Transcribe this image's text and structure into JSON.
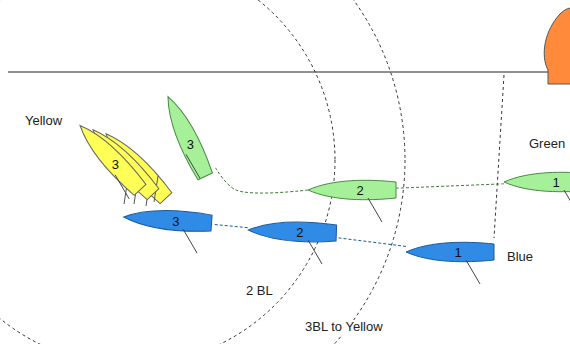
{
  "diagram": {
    "nodes": [
      {
        "text": [
          "3"
        ]
      },
      {
        "text": [
          "3"
        ]
      },
      {
        "text": [
          "2"
        ]
      },
      {
        "text": [
          "1"
        ]
      },
      {
        "text": [
          "3"
        ]
      },
      {
        "text": [
          "2"
        ]
      },
      {
        "text": [
          "1"
        ]
      }
    ],
    "edges": [
      {
        "from": 3,
        "to": 2,
        "arrow": "none"
      },
      {
        "from": 2,
        "to": 1,
        "arrow": "none"
      },
      {
        "from": 6,
        "to": 5,
        "arrow": "none"
      },
      {
        "from": 5,
        "to": 4,
        "arrow": "none"
      }
    ],
    "labels": [
      "Yellow",
      "Green",
      "Blue",
      "2 BL",
      "3BL to Yellow"
    ]
  }
}
